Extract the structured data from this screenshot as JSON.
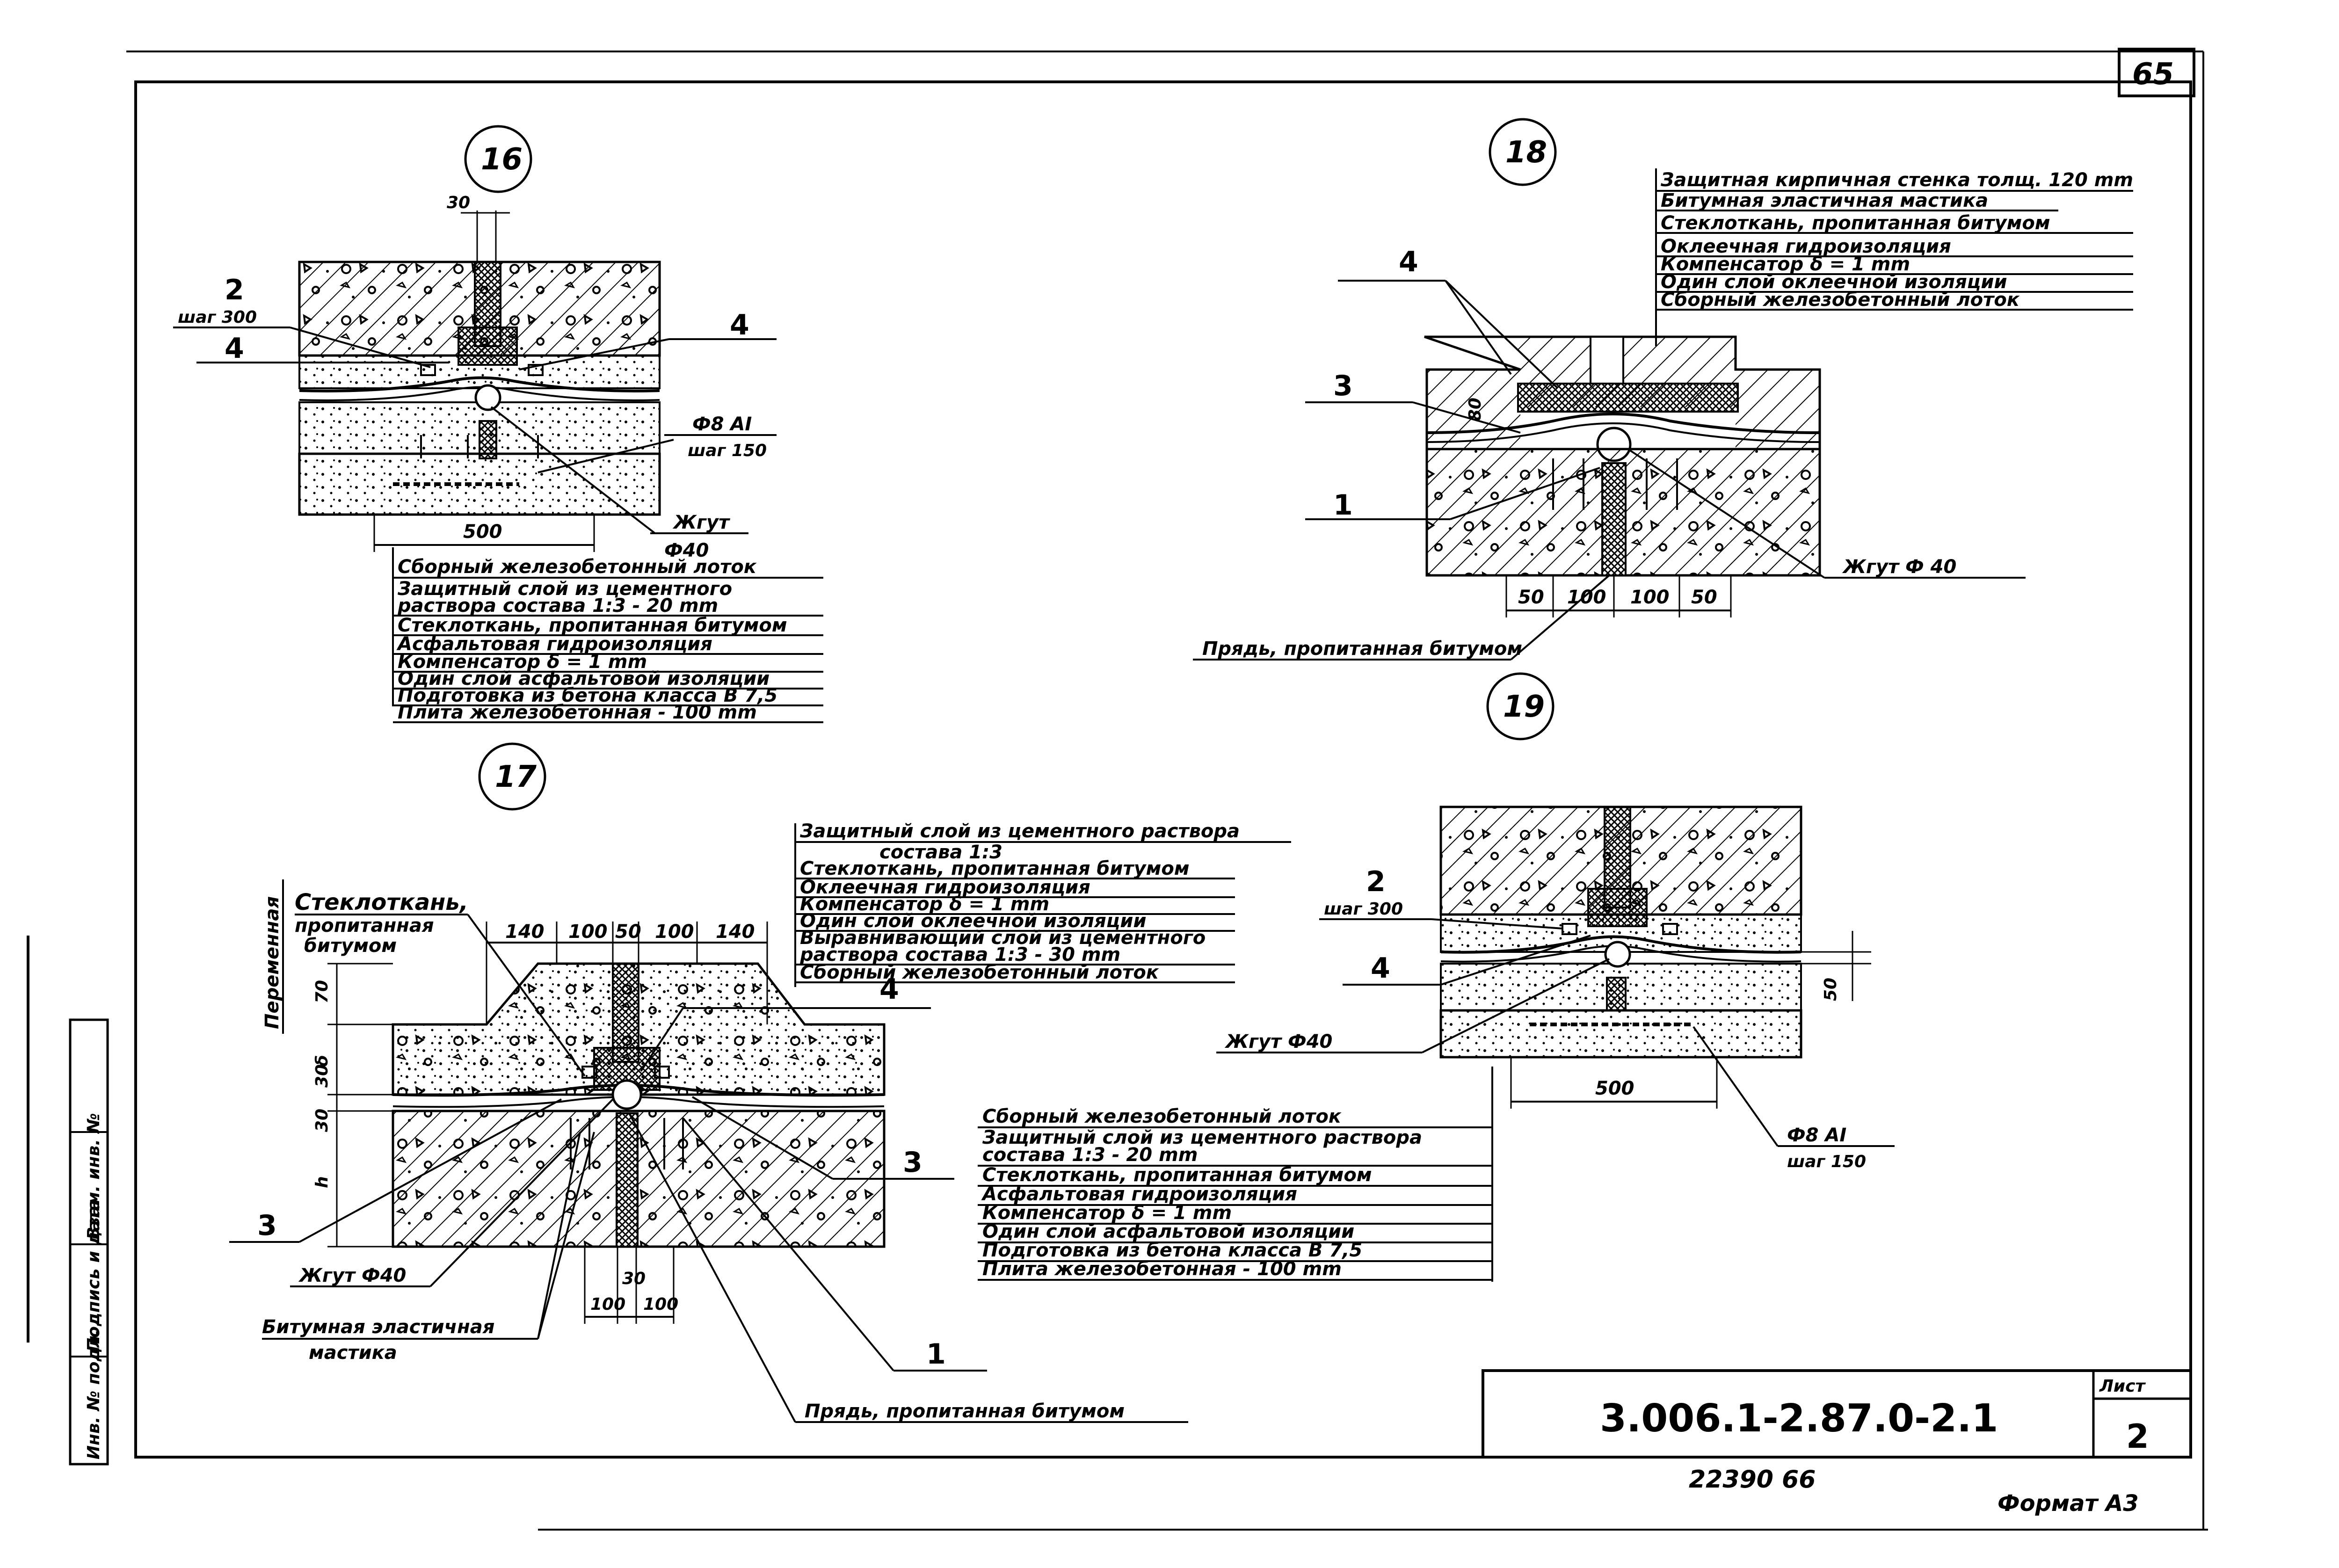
{
  "sheet": {
    "page_number": "65",
    "sheet_label": "Лист",
    "sheet_number": "2",
    "doc_code": "3.006.1-2.87.0-2.1",
    "bottom_code": "22390 66",
    "format": "Формат А3",
    "side_stamp": [
      "Инв. № подл.",
      "Подпись и дата",
      "Взам. инв. №"
    ]
  },
  "detail16": {
    "number": "16",
    "dims": [
      "30",
      "500"
    ],
    "callouts": {
      "c2": "2",
      "step300": "шаг 300",
      "c4a": "4",
      "c4b": "4",
      "rebar": "Ф8 АI",
      "step150": "шаг 150",
      "zhgut": "Жгут",
      "phi40": "Ф40"
    },
    "layers": [
      "Сборный железобетонный лоток",
      "Защитный слой из цементного",
      "раствора состава 1:3 - 20 mm",
      "Стеклоткань, пропитанная битумом",
      "Асфальтовая гидроизоляция",
      "Компенсатор δ = 1 mm",
      "Один слой асфальтовой изоляции",
      "Подготовка из бетона класса В 7,5",
      "Плита железобетонная - 100 mm"
    ]
  },
  "detail18": {
    "number": "18",
    "layers": [
      "Защитная кирпичная стенка толщ. 120 mm",
      "Битумная эластичная мастика",
      "Стеклоткань, пропитанная битумом",
      "Оклеечная гидроизоляция",
      "Компенсатор δ = 1 mm",
      "Один слой оклеечной изоляции",
      "Сборный железобетонный лоток"
    ],
    "callouts": {
      "c4": "4",
      "c3": "3",
      "c1": "1",
      "zhgut": "Жгут Ф 40",
      "pryad": "Прядь, пропитанная битумом",
      "h80": "80"
    },
    "dims": [
      "50",
      "100",
      "100",
      "50"
    ]
  },
  "detail17": {
    "number": "17",
    "layers": [
      "Защитный слой из цементного раствора",
      "состава 1:3",
      "Стеклоткань, пропитанная битумом",
      "Оклеечная гидроизоляция",
      "Компенсатор δ = 1 mm",
      "Один слой оклеечной изоляции",
      "Выравнивающий слой из цементного",
      "раствора состава 1:3 - 30 mm",
      "Сборный железобетонный лоток"
    ],
    "top_dims": [
      "140",
      "100",
      "50",
      "100",
      "140"
    ],
    "side_dims": [
      "70",
      "30",
      "δ",
      "30",
      "h"
    ],
    "bottom_dims": [
      "100",
      "30",
      "100"
    ],
    "callouts": {
      "variable": "Переменная",
      "steklo1": "Стеклоткань,",
      "steklo2": "пропитанная",
      "steklo3": "битумом",
      "c4": "4",
      "c3a": "3",
      "c3b": "3",
      "c1": "1",
      "zhgut": "Жгут Ф40",
      "mastic1": "Битумная эластичная",
      "mastic2": "мастика",
      "pryad": "Прядь, пропитанная битумом"
    }
  },
  "detail19": {
    "number": "19",
    "callouts": {
      "c2": "2",
      "step300": "шаг 300",
      "c4": "4",
      "zhgut": "Жгут Ф40",
      "rebar": "Ф8 АI",
      "step150": "шаг 150",
      "d50": "50"
    },
    "dims": [
      "500"
    ],
    "layers": [
      "Сборный железобетонный лоток",
      "Защитный слой из цементного раствора",
      "состава 1:3 - 20 mm",
      "Стеклоткань, пропитанная битумом",
      "Асфальтовая гидроизоляция",
      "Компенсатор δ = 1 mm",
      "Один слой асфальтовой изоляции",
      "Подготовка из бетона класса В 7,5",
      "Плита железобетонная - 100 mm"
    ]
  }
}
